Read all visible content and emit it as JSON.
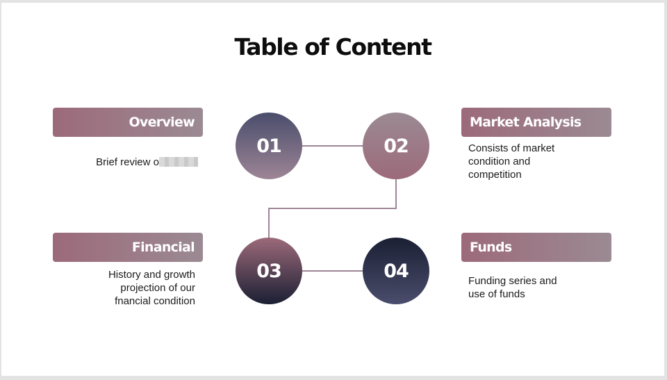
{
  "title": "Table of Content",
  "items": [
    {
      "number": "01",
      "label": "Overview",
      "description": "Brief review o"
    },
    {
      "number": "02",
      "label": "Market Analysis",
      "description_lines": [
        "Consists of market",
        "condition and",
        "competition"
      ]
    },
    {
      "number": "03",
      "label": "Financial",
      "description_lines": [
        "History and growth",
        "projection of our",
        "fnancial condition"
      ]
    },
    {
      "number": "04",
      "label": "Funds",
      "description_lines": [
        "Funding series and",
        "use of funds"
      ]
    }
  ],
  "colors": {
    "mauve": "#9c6a7a",
    "gray_mauve": "#9b8a93",
    "navy": "#1b1f33",
    "slate": "#4a4d6c",
    "connector": "#9d8595"
  }
}
